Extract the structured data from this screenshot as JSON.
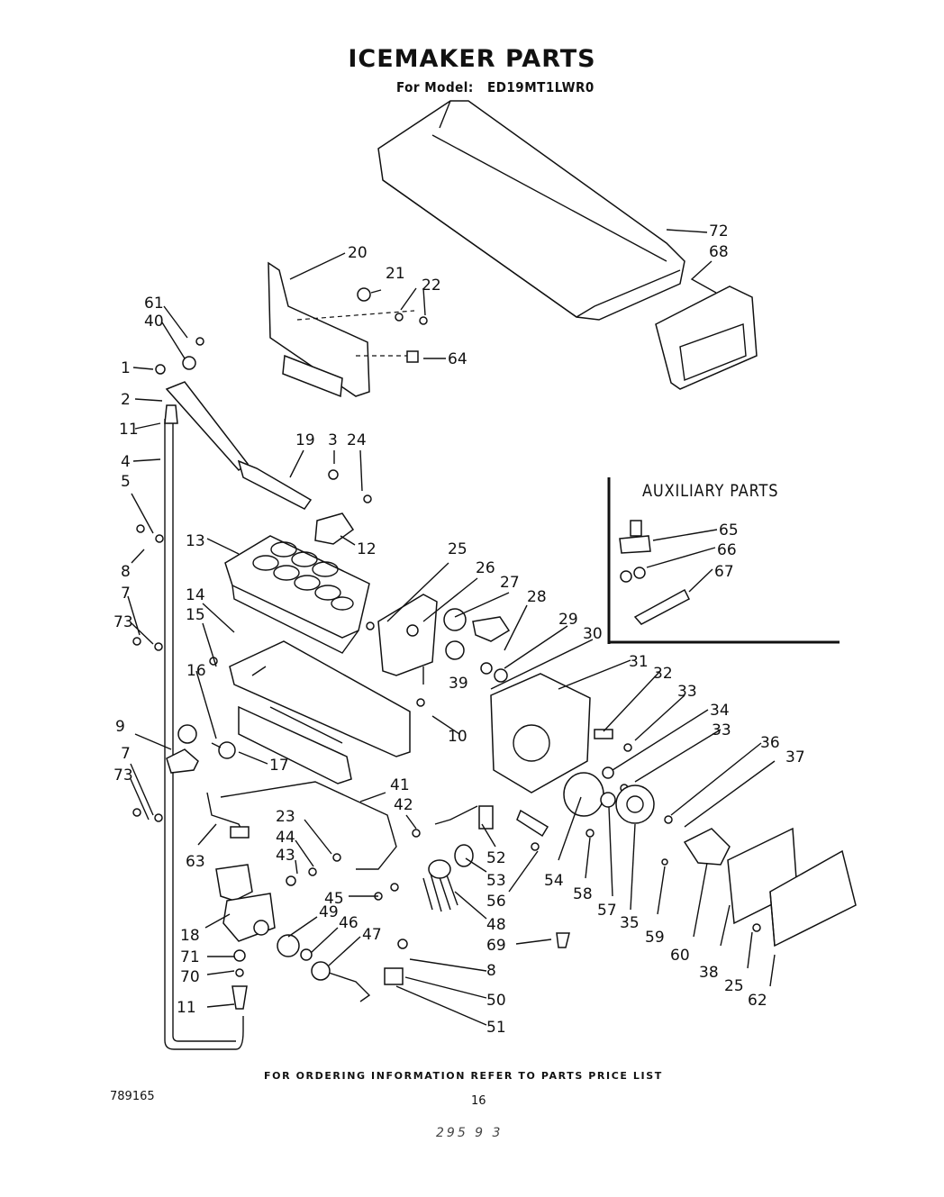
{
  "header": {
    "title": "ICEMAKER PARTS",
    "model_label": "For Model:",
    "model_number": "ED19MT1LWR0"
  },
  "auxiliary": {
    "title": "AUXILIARY PARTS"
  },
  "footer": {
    "note": "FOR ORDERING INFORMATION REFER TO PARTS PRICE LIST",
    "doc_number": "789165",
    "page_number": "16",
    "stamp": "295 9 3"
  },
  "callouts": [
    "72",
    "68",
    "20",
    "21",
    "22",
    "64",
    "61",
    "40",
    "1",
    "2",
    "11",
    "4",
    "19",
    "3",
    "24",
    "5",
    "12",
    "8",
    "13",
    "7",
    "73",
    "25",
    "26",
    "27",
    "28",
    "14",
    "15",
    "29",
    "30",
    "16",
    "31",
    "32",
    "39",
    "33",
    "10",
    "9",
    "34",
    "33",
    "36",
    "37",
    "17",
    "7",
    "73",
    "41",
    "42",
    "23",
    "44",
    "43",
    "63",
    "52",
    "53",
    "54",
    "58",
    "57",
    "35",
    "45",
    "59",
    "60",
    "56",
    "48",
    "18",
    "49",
    "46",
    "47",
    "69",
    "71",
    "70",
    "8",
    "38",
    "25",
    "62",
    "11",
    "50",
    "51",
    "65",
    "66",
    "67"
  ]
}
